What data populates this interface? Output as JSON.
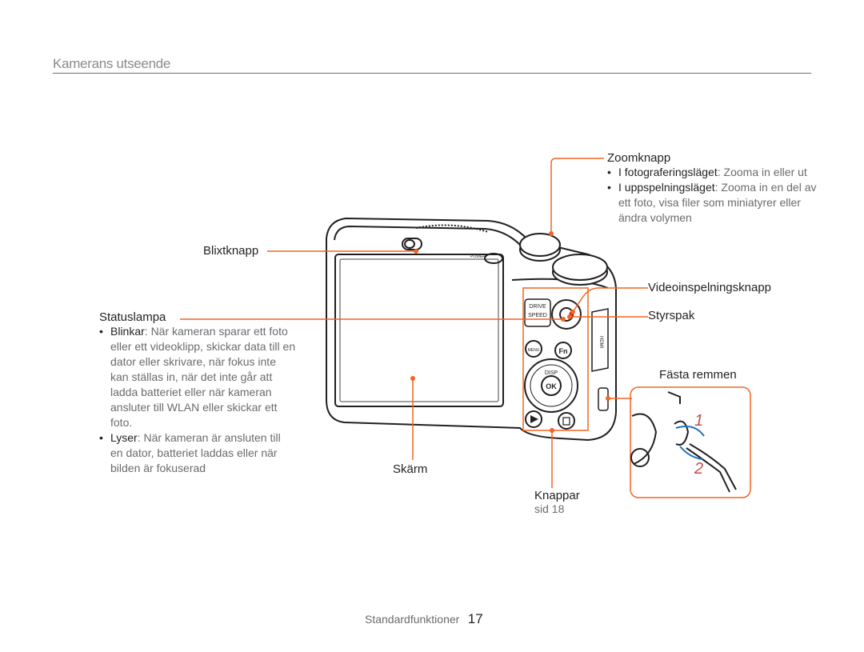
{
  "header": {
    "title": "Kamerans utseende"
  },
  "labels": {
    "zoom": {
      "title": "Zoomknapp",
      "bullets": [
        {
          "term": "I fotograferingsläget",
          "text": ": Zooma in eller ut"
        },
        {
          "term": "I uppspelningsläget",
          "text": ": Zooma in en del av ett foto, visa filer som miniatyrer eller ändra volymen"
        }
      ]
    },
    "flash": {
      "title": "Blixtknapp"
    },
    "status": {
      "title": "Statuslampa",
      "bullets": [
        {
          "term": "Blinkar",
          "text": ": När kameran sparar ett foto eller ett videoklipp, skickar data till en dator eller skrivare, när fokus inte kan ställas in, när det inte går att ladda batteriet eller när kameran ansluter till WLAN eller skickar ett foto."
        },
        {
          "term": "Lyser",
          "text": ": När kameran är ansluten till en dator, batteriet laddas eller när bilden är fokuserad"
        }
      ]
    },
    "video": {
      "title": "Videoinspelningsknapp"
    },
    "joystick": {
      "title": "Styrspak"
    },
    "strap": {
      "title": "Fästa remmen",
      "step1": "1",
      "step2": "2"
    },
    "screen": {
      "title": "Skärm"
    },
    "buttons": {
      "title": "Knappar",
      "page_ref": "sid 18"
    }
  },
  "camera_markings": {
    "drive": "DRIVE",
    "speed": "SPEED",
    "menu": "MENU",
    "fn": "Fn",
    "disp": "DISP",
    "ok": "OK",
    "power": "POWER",
    "hdmi": "HDMI"
  },
  "footer": {
    "section": "Standardfunktioner",
    "page": "17"
  },
  "colors": {
    "callout": "#f26522",
    "text": "#231f20",
    "muted": "#8a8a8a",
    "arrow": "#1b75bc"
  }
}
